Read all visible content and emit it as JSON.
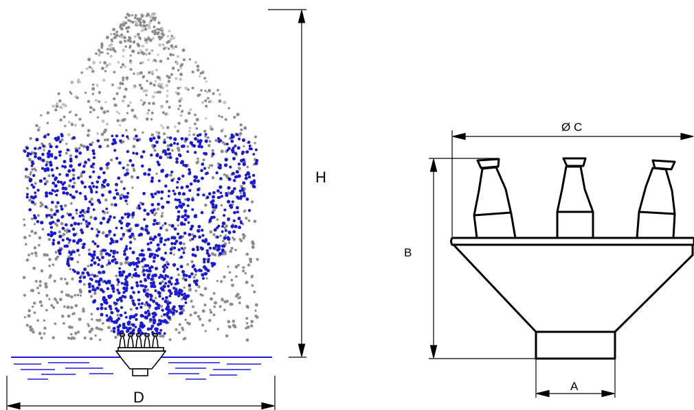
{
  "labels": {
    "spray_height": "H",
    "spray_diameter": "D",
    "outer_diameter": "Ø C",
    "body_height": "B",
    "inlet_width": "A"
  },
  "colors": {
    "outline": "#000000",
    "droplet_inner": "#1a1ad6",
    "droplet_outer": "#8c8c8c",
    "droplet_outer_light": "#c4c4c4",
    "water": "#1a1ad6"
  }
}
